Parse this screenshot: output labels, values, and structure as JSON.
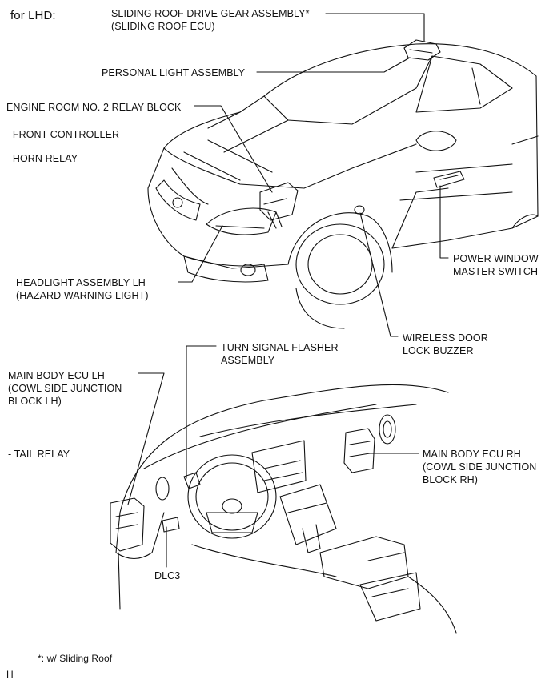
{
  "title": "for LHD:",
  "labels": {
    "sliding_roof_gear": "SLIDING ROOF DRIVE GEAR ASSEMBLY*\n(SLIDING ROOF ECU)",
    "personal_light": "PERSONAL LIGHT ASSEMBLY",
    "engine_room_relay": "ENGINE ROOM NO. 2 RELAY BLOCK",
    "front_controller": "- FRONT CONTROLLER",
    "horn_relay": "- HORN RELAY",
    "power_window": "POWER WINDOW\nMASTER SWITCH",
    "headlight": "HEADLIGHT ASSEMBLY LH\n(HAZARD WARNING LIGHT)",
    "wireless_buzzer": "WIRELESS DOOR\nLOCK BUZZER",
    "turn_signal": "TURN SIGNAL FLASHER\nASSEMBLY",
    "main_body_lh": "MAIN BODY ECU LH\n(COWL SIDE JUNCTION\nBLOCK LH)",
    "tail_relay": "- TAIL RELAY",
    "main_body_rh": "MAIN BODY ECU RH\n(COWL SIDE JUNCTION\nBLOCK RH)",
    "dlc3": "DLC3"
  },
  "footnote": "*: w/ Sliding Roof",
  "corner_mark": "H",
  "colors": {
    "line": "#111111",
    "background": "#ffffff"
  }
}
